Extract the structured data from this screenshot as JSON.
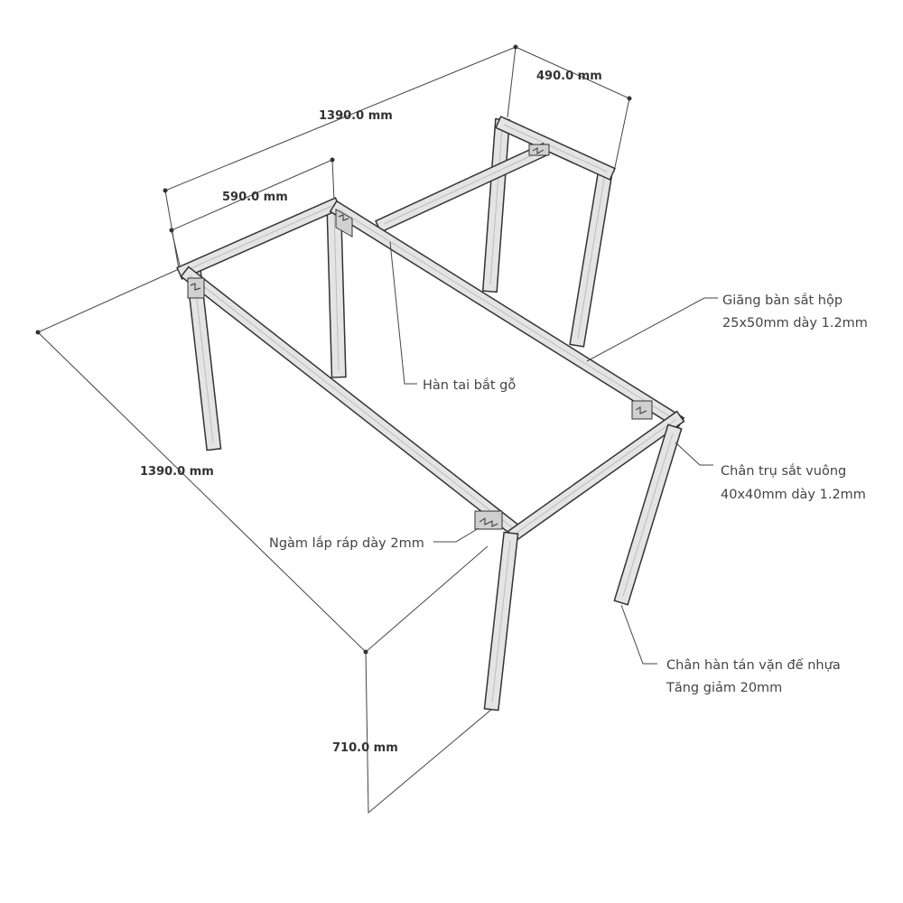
{
  "dimensions": {
    "top_length": "1390.0 mm",
    "inner_width": "590.0 mm",
    "return_depth": "490.0 mm",
    "left_length": "1390.0 mm",
    "height": "710.0 mm"
  },
  "annotations": {
    "beam_line1": "Giăng bàn sắt hộp",
    "beam_line2": "25x50mm dày 1.2mm",
    "weld_tab": "Hàn tai bắt gỗ",
    "leg_line1": "Chân trụ sắt vuông",
    "leg_line2": "40x40mm dày 1.2mm",
    "joint": "Ngàm lắp ráp dày 2mm",
    "foot_line1": "Chân hàn tán vặn đế nhựa",
    "foot_line2": "Tăng giảm 20mm"
  },
  "colors": {
    "frame_fill": "#e4e4e4",
    "frame_outline": "#333333",
    "text": "#444444"
  }
}
